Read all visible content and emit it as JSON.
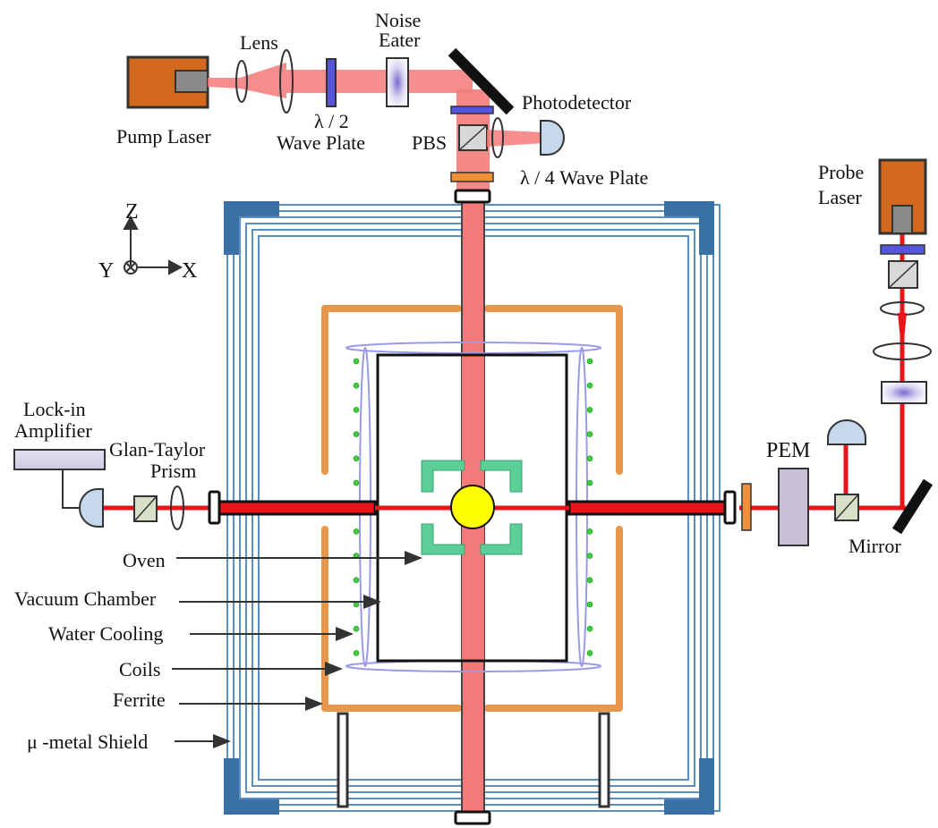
{
  "labels": {
    "pump_laser": "Pump Laser",
    "lens": "Lens",
    "noise_eater_1": "Noise",
    "noise_eater_2": "Eater",
    "half_wave_1": "λ / 2",
    "half_wave_2": "Wave Plate",
    "photodetector": "Photodetector",
    "pbs": "PBS",
    "quarter_wave": "λ / 4 Wave Plate",
    "probe_laser_1": "Probe",
    "probe_laser_2": "Laser",
    "axis_z": "Z",
    "axis_y": "Y",
    "axis_x": "X",
    "lockin_1": "Lock-in",
    "lockin_2": "Amplifier",
    "glan_1": "Glan-Taylor",
    "glan_2": "Prism",
    "pem": "PEM",
    "mirror": "Mirror",
    "oven": "Oven",
    "vacuum_chamber": "Vacuum Chamber",
    "water_cooling": "Water Cooling",
    "coils": "Coils",
    "ferrite": "Ferrite",
    "shield": "μ -metal Shield"
  },
  "colors": {
    "pump_beam": "#f47a7a",
    "probe_beam": "#e8141a",
    "laser_body": "#d2691e",
    "shield": "#5b8fc0",
    "shield_corner": "#3a72a8",
    "ferrite": "#e8964a",
    "coil": "#9a9ae8",
    "water_dot": "#3ccf3c",
    "oven": "#5ccf99",
    "cell": "#ffff00",
    "wave_plate": "#5555dd",
    "quarter_plate": "#f0903a",
    "pem_fill": "#c8c0d8"
  }
}
